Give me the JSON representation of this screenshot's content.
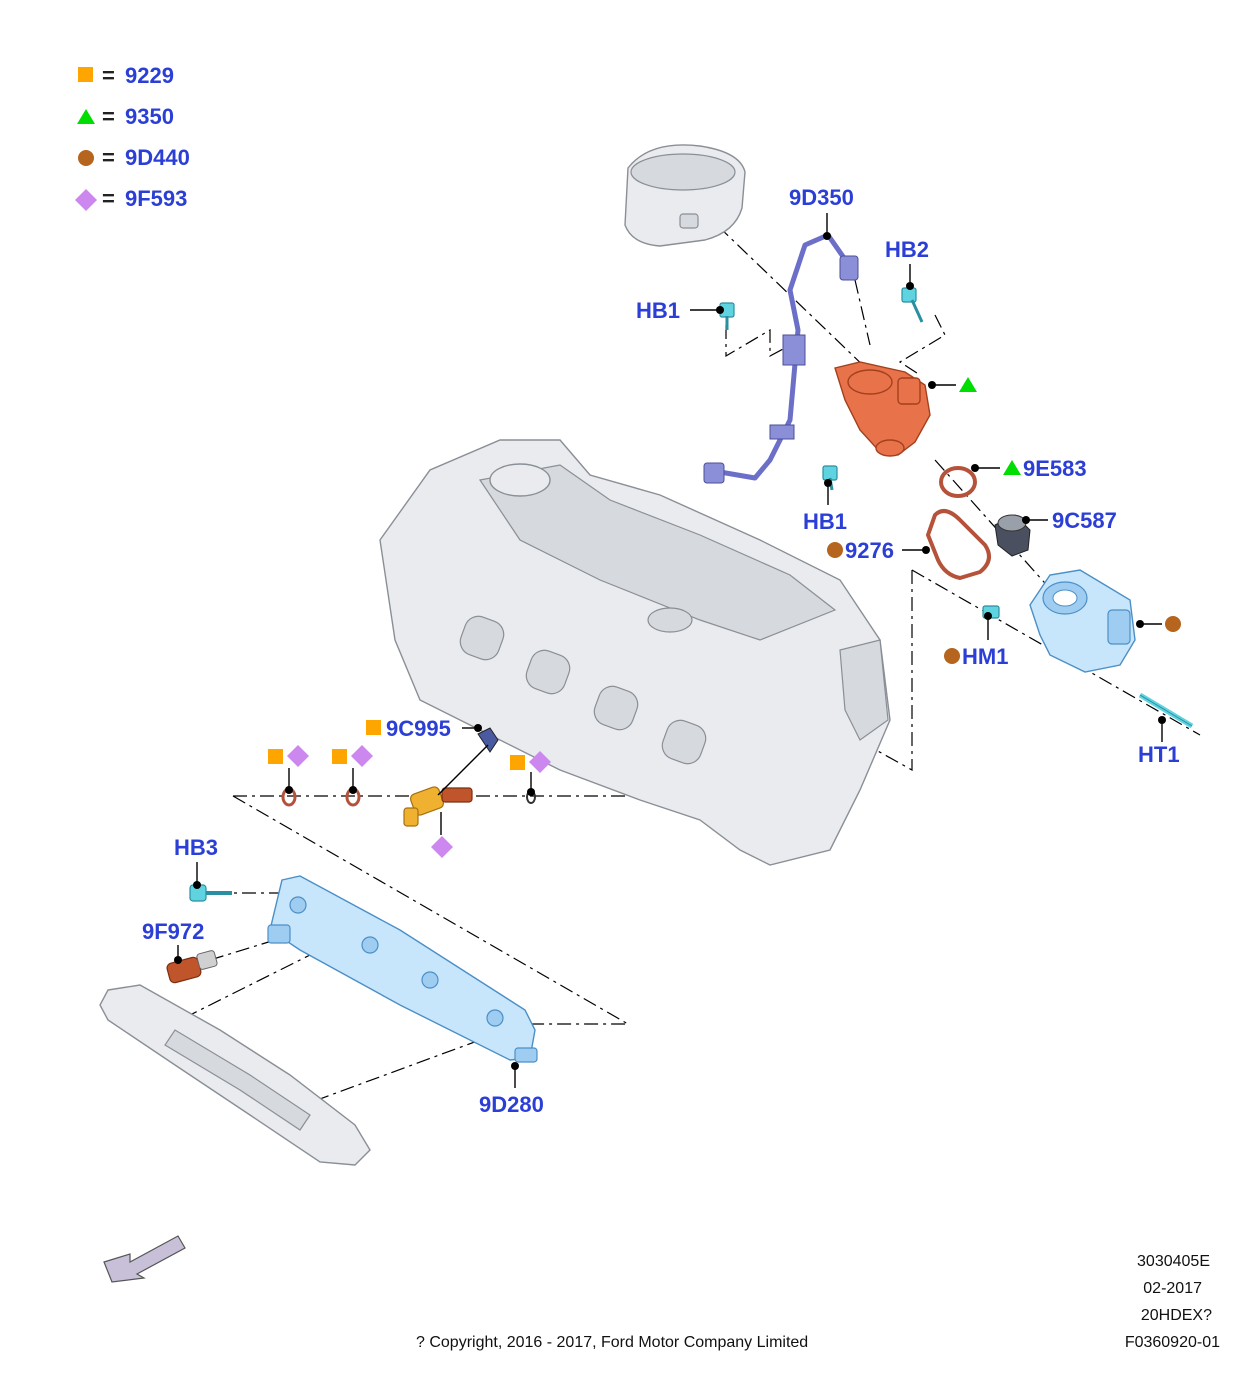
{
  "legend": [
    {
      "symbol": "square",
      "color": "#ffa500",
      "code": "9229"
    },
    {
      "symbol": "triangle",
      "color": "#00dd00",
      "code": "9350"
    },
    {
      "symbol": "circle",
      "color": "#b5651d",
      "code": "9D440"
    },
    {
      "symbol": "diamond",
      "color": "#cc88ee",
      "code": "9F593"
    }
  ],
  "legend_eq": "=",
  "labels": {
    "9D350": "9D350",
    "HB2": "HB2",
    "HB1_top": "HB1",
    "HB1_bottom": "HB1",
    "9E583": "9E583",
    "9C587": "9C587",
    "9276": "9276",
    "HM1": "HM1",
    "HT1": "HT1",
    "9C995": "9C995",
    "HB3": "HB3",
    "9F972": "9F972",
    "9D280": "9D280"
  },
  "footer": {
    "line1": "3030405E",
    "line2": "02-2017",
    "line3": "20HDEX?",
    "line4": "F0360920-01",
    "copyright": "? Copyright, 2016 - 2017, Ford Motor Company Limited"
  },
  "colors": {
    "label_blue": "#2b3fd6",
    "square": "#ffa500",
    "triangle": "#00dd00",
    "circle": "#b5651d",
    "diamond": "#cc88ee"
  }
}
